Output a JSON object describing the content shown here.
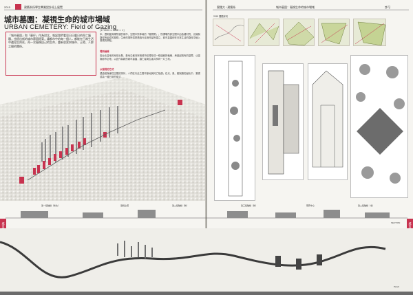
{
  "header": {
    "left_page_number": "2015",
    "left_series": "建築系所學生畢業設計紐上展覽",
    "right_school": "實踐大 / 建築系",
    "right_title": "城市墓園：凝視生命的城市場域",
    "right_author": "許可"
  },
  "article": {
    "title_zh": "城市墓園：凝視生命的城市場域",
    "author_tag": "許可",
    "title_en": "URBAN CEMETERY: Field of Gazing",
    "intro_quote": "「城市墓園」和「墓仔」作為對比，喚起我們看見日日曆日的死亡議題，也提出新的城市墓園提案，讓都市中的每一個人，都能在日常生活中遇見生與死，再一次凝視自己的生命，重新思索與城市、土地、人群之間的關係。",
    "meta_line": "[170000 x 1068 = 1]",
    "body_intro": "本、透明度與場所感的城市、空間中所佈局的「凝視帶」；所謂場所即空間中由各種材質、光線與路徑所組成的凝視；生命的場所感是透過行走與停留所建立，城市墓園即在日常生活的路徑中植入凝視的節點。",
    "section1_title": "場所軸線",
    "section1_body": "從台北盆地的地形出發，基地沿著河岸與城市紋理形成一條連續的軸線，串連起既有的墓葬、公園與都市空地；以此作為新的城市墓園，讓亡者與生者共享同一片土地。",
    "section2_title": "以凝視的方式",
    "section2_body": "透過塔與線性空間的排列，人們在行走之間不斷地與死亡相遇；在光、風、樹與牆的變化中，凝視成為一種日常的儀式。"
  },
  "drawings": {
    "sequence_label": "2015 凝視序列",
    "section_labels": [
      "第一段軸線（新北）",
      "凝視之塔",
      "第二段軸線（新）",
      "第三段軸線（新）",
      "墓葬中心",
      "第二段軸線（北）"
    ],
    "section_tag": "SECTION",
    "plan_tag": "PLAN",
    "tab_left": "城市墓園",
    "tab_right": "城市墓園"
  },
  "colors": {
    "accent": "#c8334f",
    "paper": "#f6f5f1",
    "ink": "#333333"
  }
}
